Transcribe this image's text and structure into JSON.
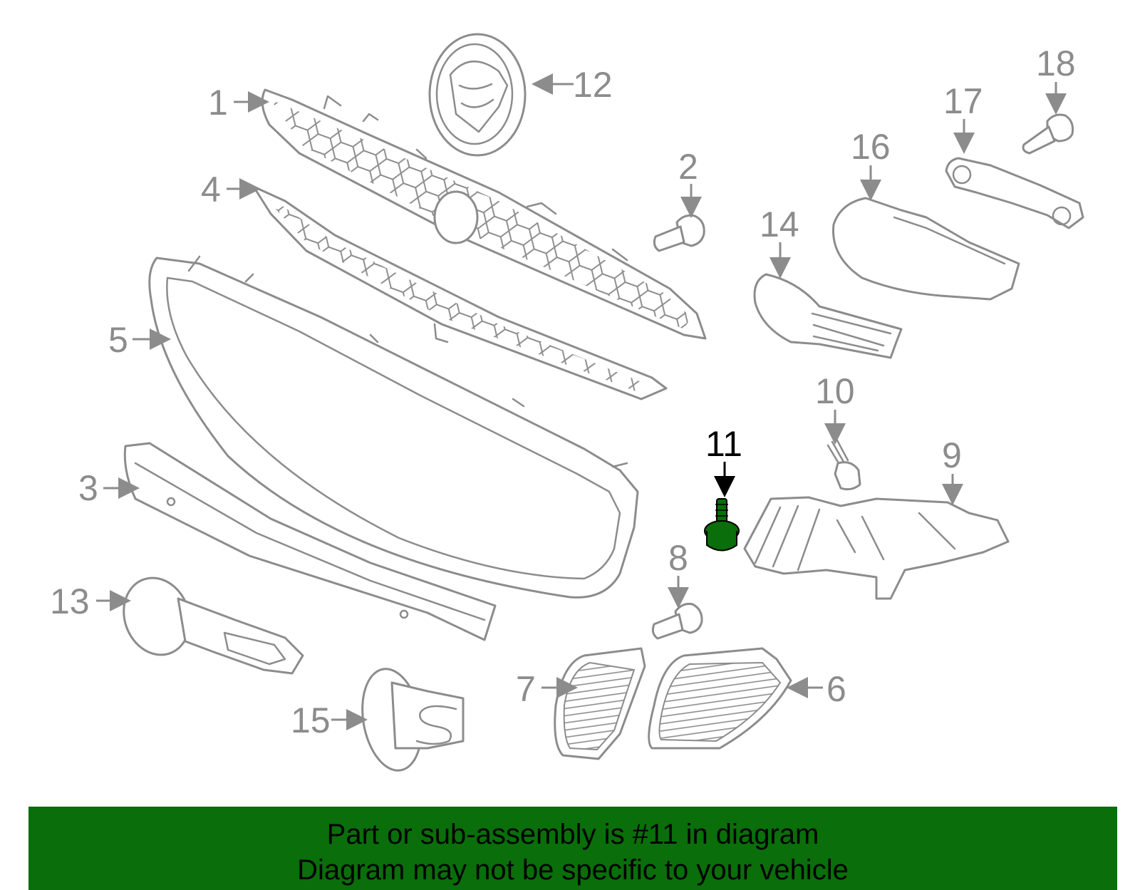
{
  "diagram": {
    "highlighted_part": "11",
    "callouts": [
      {
        "id": "1",
        "label": "1"
      },
      {
        "id": "2",
        "label": "2"
      },
      {
        "id": "3",
        "label": "3"
      },
      {
        "id": "4",
        "label": "4"
      },
      {
        "id": "5",
        "label": "5"
      },
      {
        "id": "6",
        "label": "6"
      },
      {
        "id": "7",
        "label": "7"
      },
      {
        "id": "8",
        "label": "8"
      },
      {
        "id": "9",
        "label": "9"
      },
      {
        "id": "10",
        "label": "10"
      },
      {
        "id": "11",
        "label": "11"
      },
      {
        "id": "12",
        "label": "12"
      },
      {
        "id": "13",
        "label": "13"
      },
      {
        "id": "14",
        "label": "14"
      },
      {
        "id": "15",
        "label": "15"
      },
      {
        "id": "16",
        "label": "16"
      },
      {
        "id": "17",
        "label": "17"
      },
      {
        "id": "18",
        "label": "18"
      }
    ]
  },
  "banner": {
    "line1": "Part or sub-assembly is #11 in diagram",
    "line2": "Diagram may not be specific to your vehicle"
  },
  "colors": {
    "line_art": "#8c8c8c",
    "highlight_fill": "#0a6e0a",
    "banner_bg": "#0a6e0a",
    "highlight_label": "#000000"
  }
}
